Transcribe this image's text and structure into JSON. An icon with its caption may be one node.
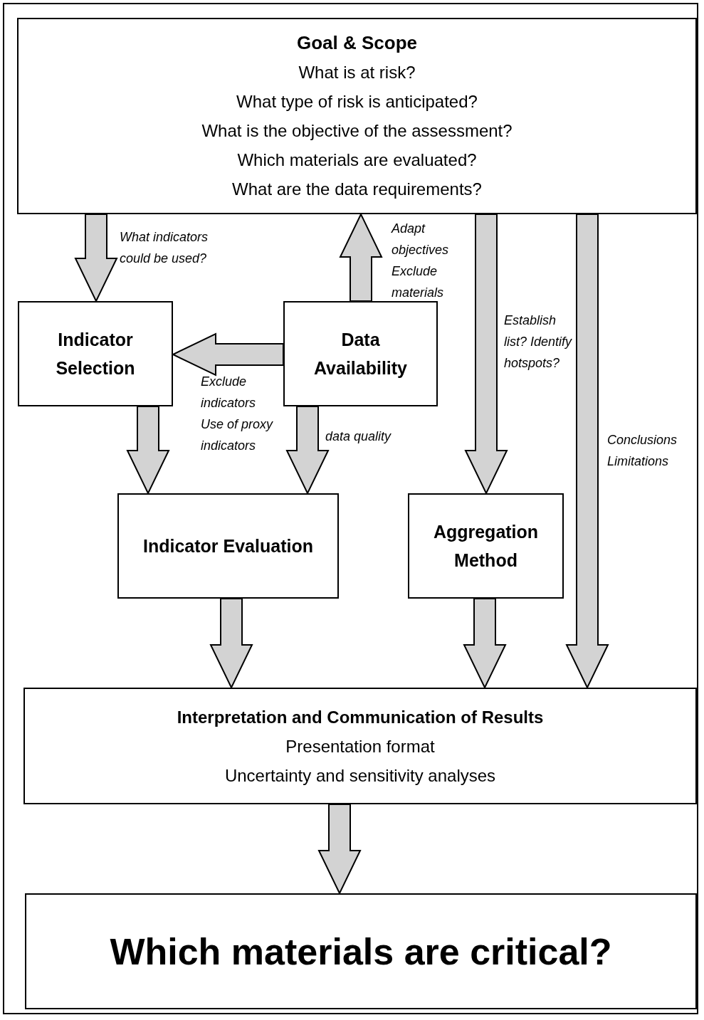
{
  "diagram": {
    "nodes": [
      {
        "text": [
          "Goal & Scope",
          "What is at risk?",
          "What type of risk is anticipated?",
          "What is the objective of the assessment?",
          "Which materials are evaluated?",
          "What are the data requirements?"
        ]
      },
      {
        "text": [
          "Indicator Selection"
        ]
      },
      {
        "text": [
          "Data Availability"
        ]
      },
      {
        "text": [
          "Indicator Evaluation"
        ]
      },
      {
        "text": [
          "Aggregation Method"
        ]
      },
      {
        "text": [
          "Interpretation and Communication of Results",
          "Presentation format",
          "Uncertainty and sensitivity analyses"
        ]
      },
      {
        "text": [
          "Which materials are critical?"
        ]
      }
    ],
    "edges": [
      {
        "from": 0,
        "to": 1,
        "arrow": "to",
        "label": "What indicators could be used?"
      },
      {
        "from": 2,
        "to": 0,
        "arrow": "to",
        "label": "Adapt objectives Exclude materials"
      },
      {
        "from": 2,
        "to": 1,
        "arrow": "to",
        "label": "Exclude indicators Use of proxy indicators"
      },
      {
        "from": 1,
        "to": 3,
        "arrow": "to"
      },
      {
        "from": 2,
        "to": 3,
        "arrow": "to",
        "label": "data quality"
      },
      {
        "from": 0,
        "to": 4,
        "arrow": "to",
        "label": "Establish list? Identify hotspots?"
      },
      {
        "from": 0,
        "to": 5,
        "arrow": "to",
        "label": "Conclusions Limitations"
      },
      {
        "from": 3,
        "to": 5,
        "arrow": "to"
      },
      {
        "from": 4,
        "to": 5,
        "arrow": "to"
      },
      {
        "from": 5,
        "to": 6,
        "arrow": "to"
      }
    ]
  }
}
